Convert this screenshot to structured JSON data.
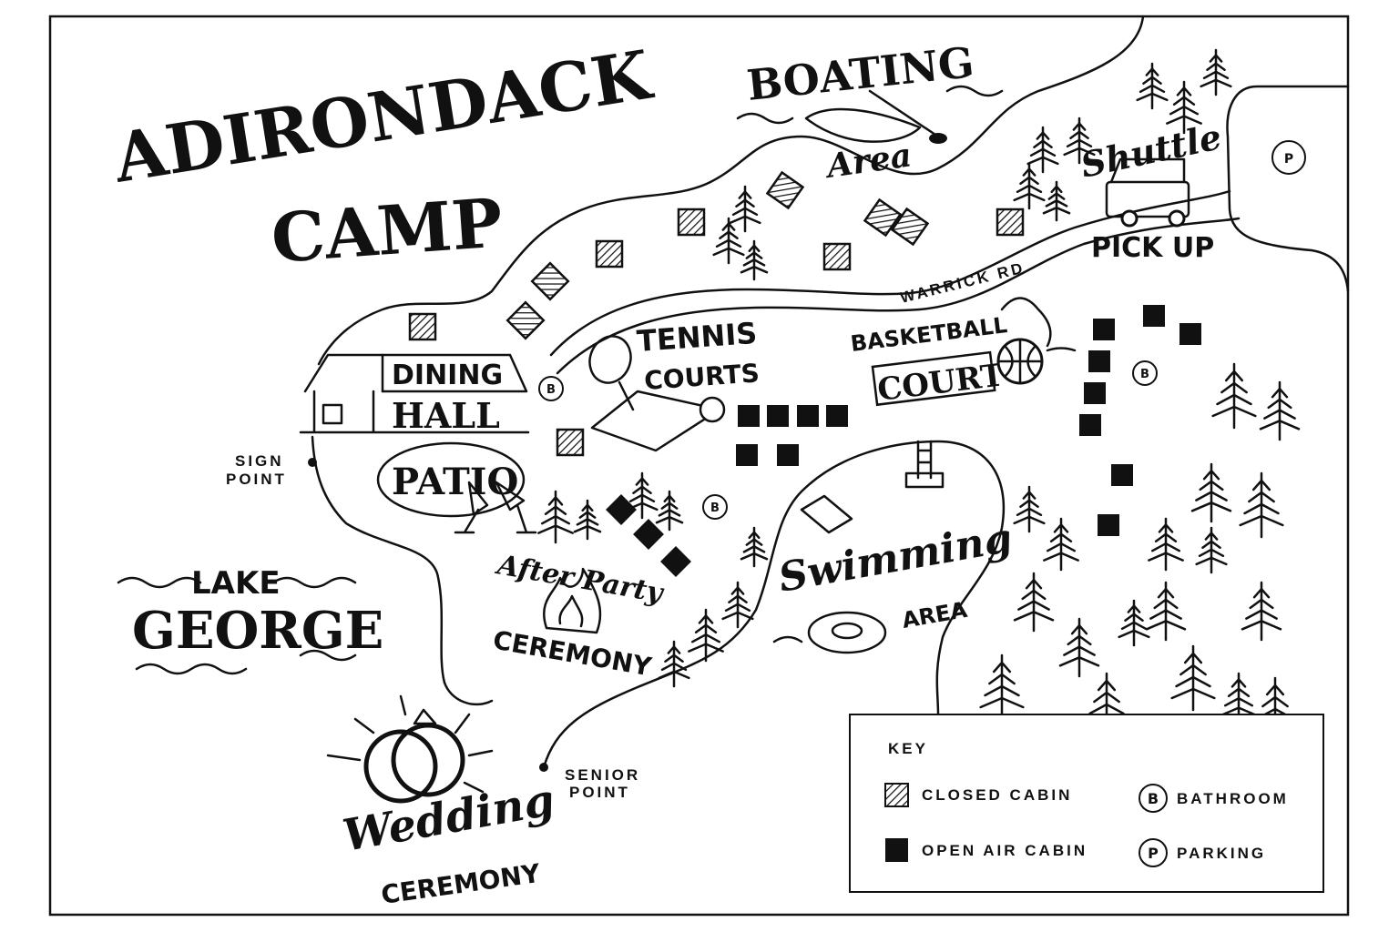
{
  "title": {
    "line1": "ADIRONDACK",
    "line2": "CAMP"
  },
  "places": {
    "boating": {
      "line1": "BOATING",
      "line2": "Area"
    },
    "shuttle": {
      "line1": "Shuttle",
      "line2": "PICK UP"
    },
    "road": "WARRICK RD",
    "tennis": {
      "line1": "TENNIS",
      "line2": "COURTS"
    },
    "basketball": {
      "line1": "BASKETBALL",
      "line2": "COURT"
    },
    "dining": {
      "line1": "DINING",
      "line2": "HALL"
    },
    "patio": "PATIO",
    "sign_point": {
      "line1": "SIGN",
      "line2": "POINT"
    },
    "lake": {
      "line1": "LAKE",
      "line2": "GEORGE"
    },
    "afterparty": {
      "line1": "After Party",
      "line2": "CEREMONY"
    },
    "swimming": {
      "line1": "Swimming",
      "line2": "AREA"
    },
    "wedding": {
      "line1": "Wedding",
      "line2": "CEREMONY"
    },
    "senior_point": {
      "line1": "SENIOR",
      "line2": "POINT"
    }
  },
  "markers": {
    "bathroom": "B",
    "parking": "P"
  },
  "key": {
    "title": "KEY",
    "closed_cabin": "CLOSED CABIN",
    "open_air_cabin": "OPEN AIR CABIN",
    "bathroom": "BATHROOM",
    "parking": "PARKING"
  },
  "colors": {
    "ink": "#111111",
    "paper": "#ffffff"
  }
}
